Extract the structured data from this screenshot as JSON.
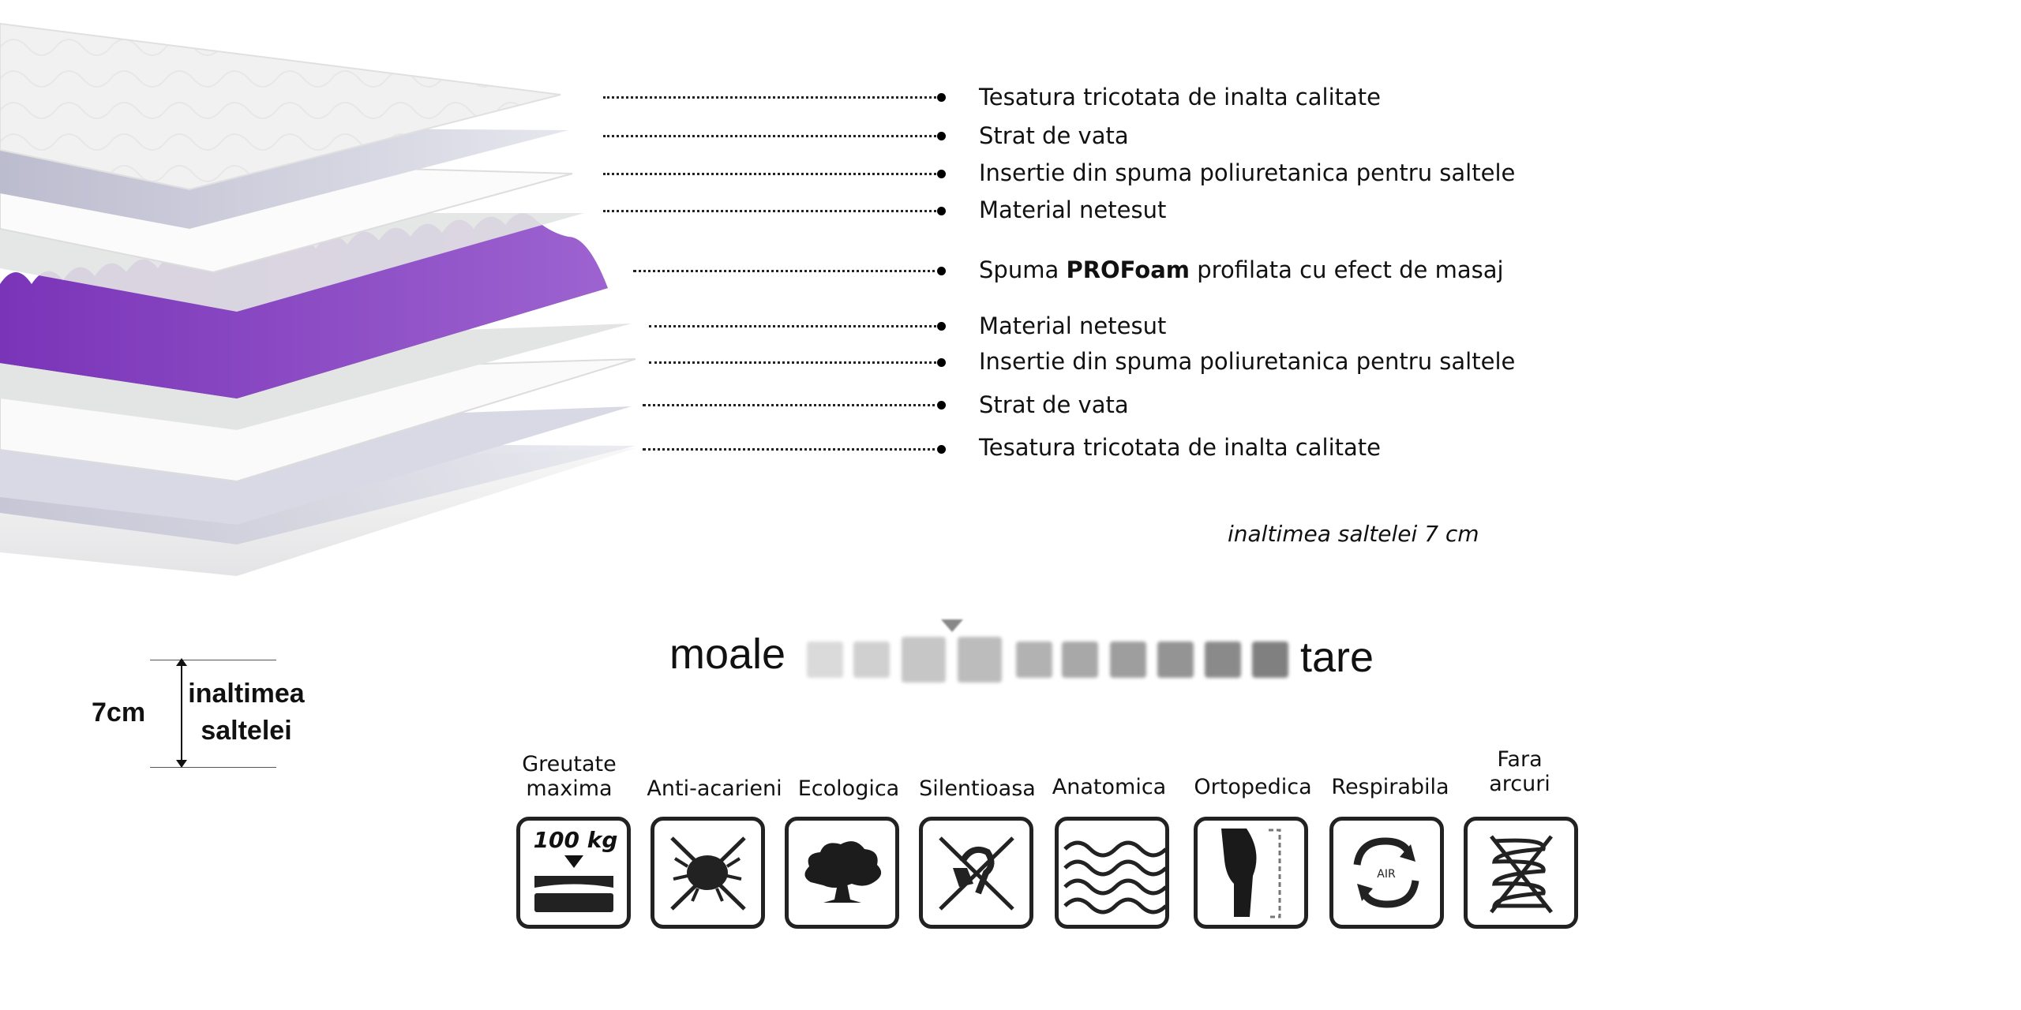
{
  "layers": {
    "items": [
      {
        "text": "Tesatura tricotata de inalta calitate"
      },
      {
        "text": "Strat de vata"
      },
      {
        "text": "Insertie din spuma poliuretanica pentru saltele"
      },
      {
        "text": "Material netesut"
      },
      {
        "text_before": "Spuma ",
        "text_bold": "PROFoam",
        "text_after": " profilata cu efect de masaj"
      },
      {
        "text": "Material netesut"
      },
      {
        "text": "Insertie din spuma poliuretanica pentru saltele"
      },
      {
        "text": "Strat de vata"
      },
      {
        "text": "Tesatura tricotata de inalta calitate"
      }
    ],
    "height_note": "inaltimea saltelei 7 cm",
    "foam_color": "#6b2aa3"
  },
  "height_diagram": {
    "value": "7cm",
    "label_line1": "inaltimea",
    "label_line2": "saltelei"
  },
  "firmness": {
    "soft_label": "moale",
    "hard_label": "tare",
    "levels": 10,
    "selected_level": 4
  },
  "features": [
    {
      "title_line1": "Greutate",
      "title_line2": "maxima",
      "icon": "max-weight-icon",
      "icon_text": "100 kg"
    },
    {
      "title_line1": "Anti-acarieni",
      "title_line2": "",
      "icon": "anti-mite-icon"
    },
    {
      "title_line1": "Ecologica",
      "title_line2": "",
      "icon": "tree-icon"
    },
    {
      "title_line1": "Silentioasa",
      "title_line2": "",
      "icon": "silent-icon"
    },
    {
      "title_line1": "Anatomica",
      "title_line2": "",
      "icon": "waves-icon"
    },
    {
      "title_line1": "Ortopedica",
      "title_line2": "",
      "icon": "spine-icon"
    },
    {
      "title_line1": "Respirabila",
      "title_line2": "",
      "icon": "air-circulation-icon",
      "icon_text": "AIR"
    },
    {
      "title_line1": "Fara",
      "title_line2": "arcuri",
      "icon": "no-springs-icon"
    }
  ]
}
